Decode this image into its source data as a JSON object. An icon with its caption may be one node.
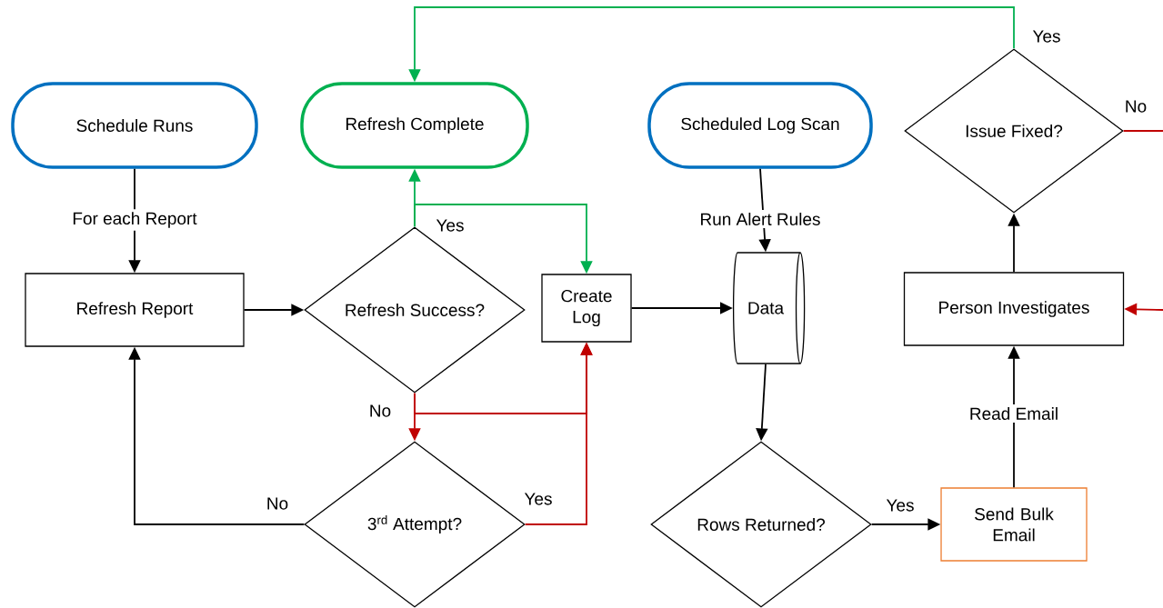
{
  "diagram": {
    "nodes": [
      {
        "text": [
          "Schedule Runs"
        ]
      },
      {
        "text": [
          "Refresh Complete"
        ]
      },
      {
        "text": [
          "Scheduled Log Scan"
        ]
      },
      {
        "text": [
          "Issue Fixed?"
        ]
      },
      {
        "text": [
          "Refresh Report"
        ]
      },
      {
        "text": [
          "Refresh Success?"
        ]
      },
      {
        "text": [
          "Create Log"
        ]
      },
      {
        "text": [
          "Data"
        ]
      },
      {
        "text": [
          "Person Investigates"
        ]
      },
      {
        "text": [
          "3$^{rd}$ Attempt?"
        ]
      },
      {
        "text": [
          "Rows Returned?"
        ]
      },
      {
        "text": [
          "Send Bulk Email"
        ]
      }
    ],
    "edges": [
      {
        "from": 0,
        "to": 4,
        "arrow": "to",
        "label": "For each Report"
      },
      {
        "from": 4,
        "to": 5,
        "arrow": "to"
      },
      {
        "from": 5,
        "to": 1,
        "arrow": "to",
        "label": "Yes",
        "color": "#00b050"
      },
      {
        "from": 5,
        "to": 6,
        "arrow": "to",
        "color": "#00b050"
      },
      {
        "from": 5,
        "to": 9,
        "arrow": "to",
        "label": "No",
        "color": "#c00000"
      },
      {
        "from": 5,
        "to": 6,
        "arrow": "to",
        "color": "#c00000"
      },
      {
        "from": 9,
        "to": 6,
        "arrow": "to",
        "label": "Yes",
        "color": "#c00000"
      },
      {
        "from": 9,
        "to": 4,
        "arrow": "to",
        "label": "No"
      },
      {
        "from": 6,
        "to": 7,
        "arrow": "to"
      },
      {
        "from": 2,
        "to": 7,
        "arrow": "to",
        "label": "Run Alert Rules"
      },
      {
        "from": 7,
        "to": 10,
        "arrow": "to"
      },
      {
        "from": 10,
        "to": 11,
        "arrow": "to",
        "label": "Yes"
      },
      {
        "from": 11,
        "to": 8,
        "arrow": "to",
        "label": "Read Email"
      },
      {
        "from": 8,
        "to": 3,
        "arrow": "to"
      },
      {
        "from": 3,
        "to": 1,
        "arrow": "to",
        "label": "Yes",
        "color": "#00b050"
      },
      {
        "from": 3,
        "to": null,
        "arrow": "none",
        "label": "No",
        "color": "#c00000"
      },
      {
        "from": null,
        "to": 8,
        "arrow": "to",
        "color": "#c00000"
      }
    ]
  }
}
